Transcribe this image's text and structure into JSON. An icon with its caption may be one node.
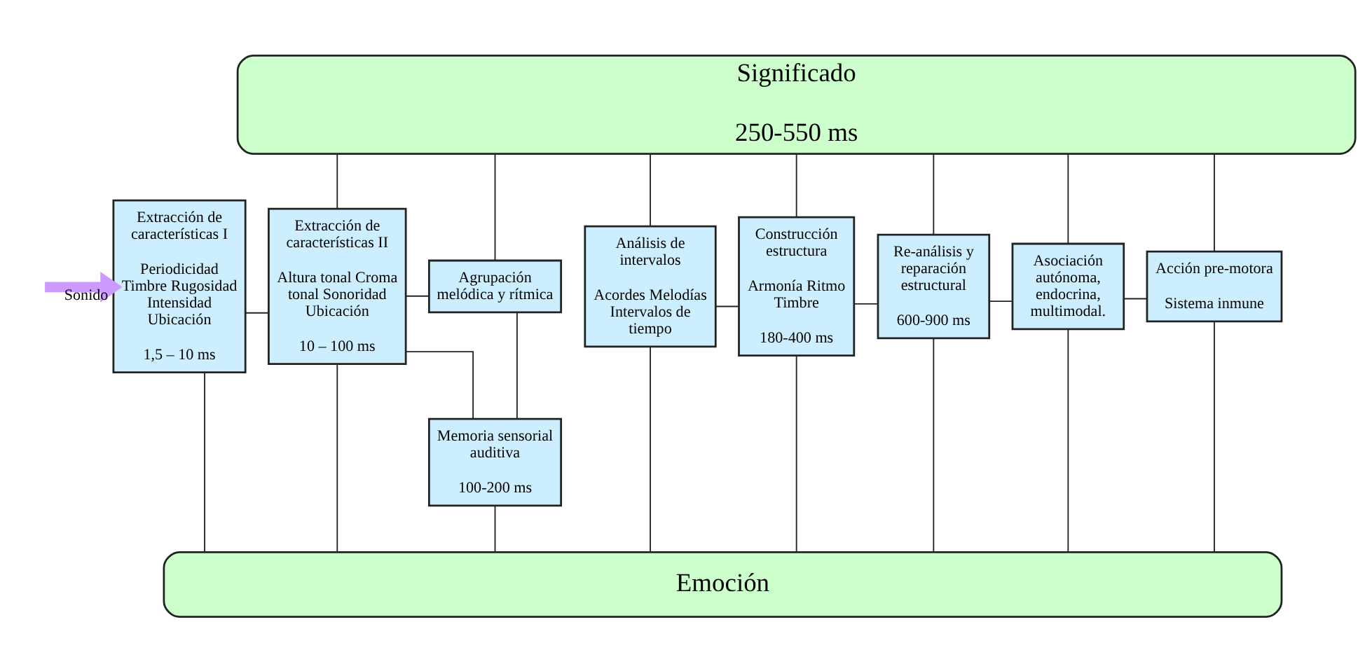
{
  "diagram": {
    "nodes": [
      {
        "text": [
          "Significado",
          "250-550 ms"
        ]
      },
      {
        "text": [
          "Extracción de características I",
          "Periodicidad Timbre Rugosidad Intensidad Ubicación",
          "1,5 – 10 ms"
        ]
      },
      {
        "text": [
          "Extracción de características II",
          "Altura tonal Croma tonal Sonoridad Ubicación",
          "10 – 100 ms"
        ]
      },
      {
        "text": [
          "Agrupación melódica y rítmica"
        ]
      },
      {
        "text": [
          "Análisis de intervalos",
          "Acordes Melodías Intervalos de tiempo"
        ]
      },
      {
        "text": [
          "Memoria sensorial auditiva",
          "100-200 ms"
        ]
      },
      {
        "text": [
          "Construcción estructura",
          "Armonía Ritmo Timbre",
          "180-400 ms"
        ]
      },
      {
        "text": [
          "Re-análisis y reparación estructural",
          "600-900 ms"
        ]
      },
      {
        "text": [
          "Asociación autónoma, endocrina, multimodal."
        ]
      },
      {
        "text": [
          "Acción pre-motora",
          "Sistema inmune"
        ]
      },
      {
        "text": [
          "Emoción"
        ]
      }
    ],
    "edges": [
      {
        "from": null,
        "to": 1,
        "arrow": "to",
        "label": "Sonido",
        "style": "thick",
        "color": "#cc99ff"
      },
      {
        "from": 0,
        "to": 2,
        "arrow": "none"
      },
      {
        "from": 0,
        "to": 3,
        "arrow": "none"
      },
      {
        "from": 0,
        "to": 4,
        "arrow": "none"
      },
      {
        "from": 0,
        "to": 6,
        "arrow": "none"
      },
      {
        "from": 0,
        "to": 7,
        "arrow": "none"
      },
      {
        "from": 0,
        "to": 8,
        "arrow": "none"
      },
      {
        "from": 0,
        "to": 9,
        "arrow": "none"
      },
      {
        "from": 1,
        "to": 2,
        "arrow": "none"
      },
      {
        "from": 2,
        "to": 3,
        "arrow": "none"
      },
      {
        "from": 2,
        "to": 5,
        "arrow": "none"
      },
      {
        "from": 3,
        "to": 5,
        "arrow": "none"
      },
      {
        "from": 4,
        "to": 6,
        "arrow": "none"
      },
      {
        "from": 6,
        "to": 7,
        "arrow": "none"
      },
      {
        "from": 7,
        "to": 8,
        "arrow": "none"
      },
      {
        "from": 8,
        "to": 9,
        "arrow": "none"
      },
      {
        "from": 1,
        "to": 10,
        "arrow": "none"
      },
      {
        "from": 2,
        "to": 10,
        "arrow": "none"
      },
      {
        "from": 5,
        "to": 10,
        "arrow": "none"
      },
      {
        "from": 4,
        "to": 10,
        "arrow": "none"
      },
      {
        "from": 6,
        "to": 10,
        "arrow": "none"
      },
      {
        "from": 7,
        "to": 10,
        "arrow": "none"
      },
      {
        "from": 8,
        "to": 10,
        "arrow": "none"
      },
      {
        "from": 9,
        "to": 10,
        "arrow": "none"
      }
    ]
  }
}
